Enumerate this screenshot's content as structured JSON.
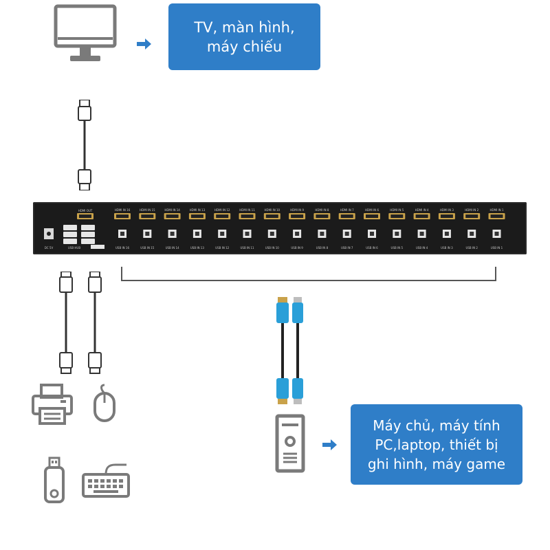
{
  "display_label": "TV, màn hình,\nmáy chiếu",
  "source_label": "Máy chủ, máy tính\nPC,laptop, thiết bị\nghi hình, máy game",
  "panel": {
    "hdmi_out_label": "HDMI OUT",
    "hdmi_in_labels": [
      "HDMI IN 16",
      "HDMI IN 15",
      "HDMI IN 14",
      "HDMI IN 13",
      "HDMI IN 12",
      "HDMI IN 11",
      "HDMI IN 10",
      "HDMI IN 9",
      "HDMI IN 8",
      "HDMI IN 7",
      "HDMI IN 6",
      "HDMI IN 5",
      "HDMI IN 4",
      "HDMI IN 3",
      "HDMI IN 2",
      "HDMI IN 1"
    ],
    "usb_in_labels": [
      "USB IN 16",
      "USB IN 15",
      "USB IN 14",
      "USB IN 13",
      "USB IN 12",
      "USB IN 11",
      "USB IN 10",
      "USB IN 9",
      "USB IN 8",
      "USB IN 7",
      "USB IN 6",
      "USB IN 5",
      "USB IN 4",
      "USB IN 3",
      "USB IN 2",
      "USB IN 1"
    ],
    "usb_hub_label": "USB HUB",
    "power_label": "DC 5V"
  },
  "colors": {
    "accent_blue": "#2f7ec8",
    "arrow_blue": "#2f7ec8",
    "icon_gray": "#7a7a7a",
    "panel_black": "#1b1b1b",
    "hdmi_gold": "#c9a24a",
    "cable_blue": "#2a9fd8"
  }
}
